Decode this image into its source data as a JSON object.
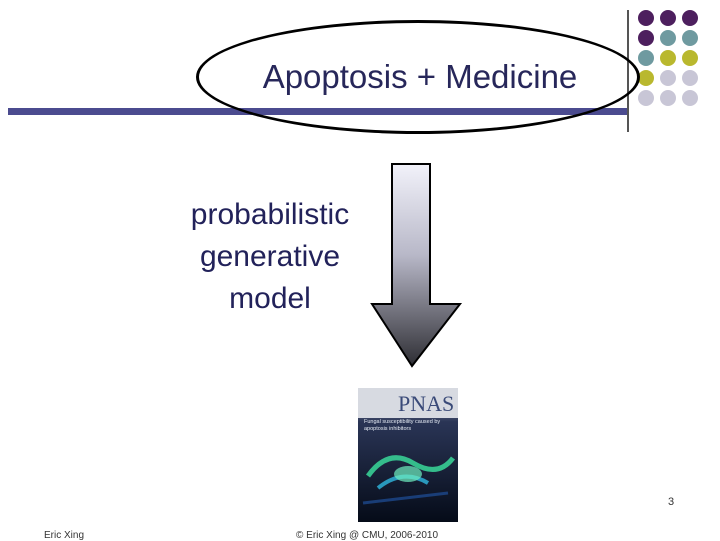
{
  "slide": {
    "title": "Apoptosis + Medicine",
    "subtitle_lines": [
      "probabilistic",
      "generative",
      "model"
    ],
    "page_number": "3",
    "footer_left": "Eric Xing",
    "footer_center": "© Eric Xing @ CMU, 2006-2010"
  },
  "journal_cover": {
    "masthead": "PNAS",
    "headline": "Fungal susceptibility caused by apoptosis inhibitors"
  },
  "colors": {
    "title_text": "#27275a",
    "bar": "#4b4b8f",
    "dot_purple": "#4d1f5e",
    "dot_teal": "#6f9aa0",
    "dot_olive": "#b9b82e",
    "dot_lavender": "#c8c6d6"
  },
  "icons": [
    "down-arrow-icon",
    "decorative-dot-grid"
  ]
}
